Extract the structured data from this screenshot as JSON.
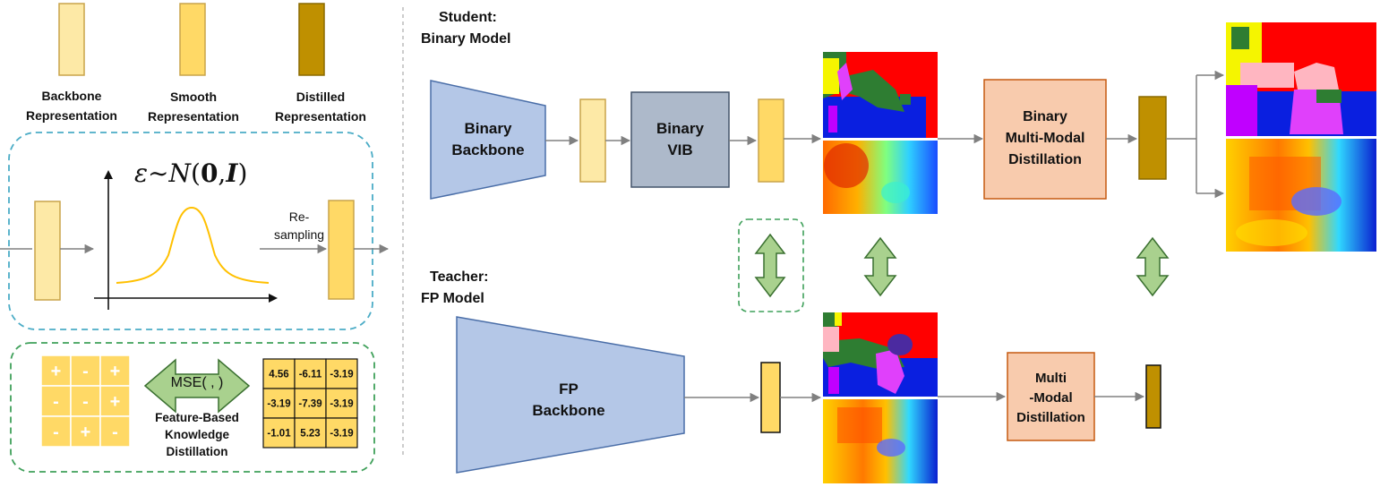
{
  "colors": {
    "backbone_rep": "#FDE9A6",
    "smooth_rep": "#FFD966",
    "distilled_rep": "#BF9000",
    "backbone_box": "#B4C7E7",
    "vib_box": "#ADB9CA",
    "distill_box": "#F8CBAD",
    "arrow": "#808080",
    "double_arrow": "#A9D18E",
    "dashed_blue": "#4BACC6",
    "dashed_green": "#3FA05A",
    "gaussian": "#FFC000"
  },
  "legend": {
    "backbone": [
      "Backbone",
      "Representation"
    ],
    "smooth": [
      "Smooth",
      "Representation"
    ],
    "distilled": [
      "Distilled",
      "Representation"
    ]
  },
  "resampling": {
    "formula_eps": "ε∼",
    "formula_n": "N",
    "formula_open": "(",
    "formula_zero": "0",
    "formula_comma": ",",
    "formula_i": "I",
    "formula_close": ")",
    "label": [
      "Re-",
      "sampling"
    ]
  },
  "kd": {
    "signs": [
      "+",
      "-",
      "+",
      "-",
      "-",
      "+",
      "-",
      "+",
      "-"
    ],
    "mse": "MSE( , )",
    "label": [
      "Feature-Based",
      "Knowledge",
      "Distillation"
    ],
    "values": [
      "4.56",
      "-6.11",
      "-3.19",
      "-3.19",
      "-7.39",
      "-3.19",
      "-1.01",
      "5.23",
      "-3.19"
    ]
  },
  "student": {
    "title": [
      "Student:",
      "Binary Model"
    ],
    "backbone": [
      "Binary",
      "Backbone"
    ],
    "vib": [
      "Binary",
      "VIB"
    ],
    "distill": [
      "Binary",
      "Multi-Modal",
      "Distillation"
    ]
  },
  "teacher": {
    "title": [
      "Teacher:",
      "FP Model"
    ],
    "backbone": [
      "FP",
      "Backbone"
    ],
    "distill": [
      "Multi",
      "-Modal",
      "Distillation"
    ]
  }
}
